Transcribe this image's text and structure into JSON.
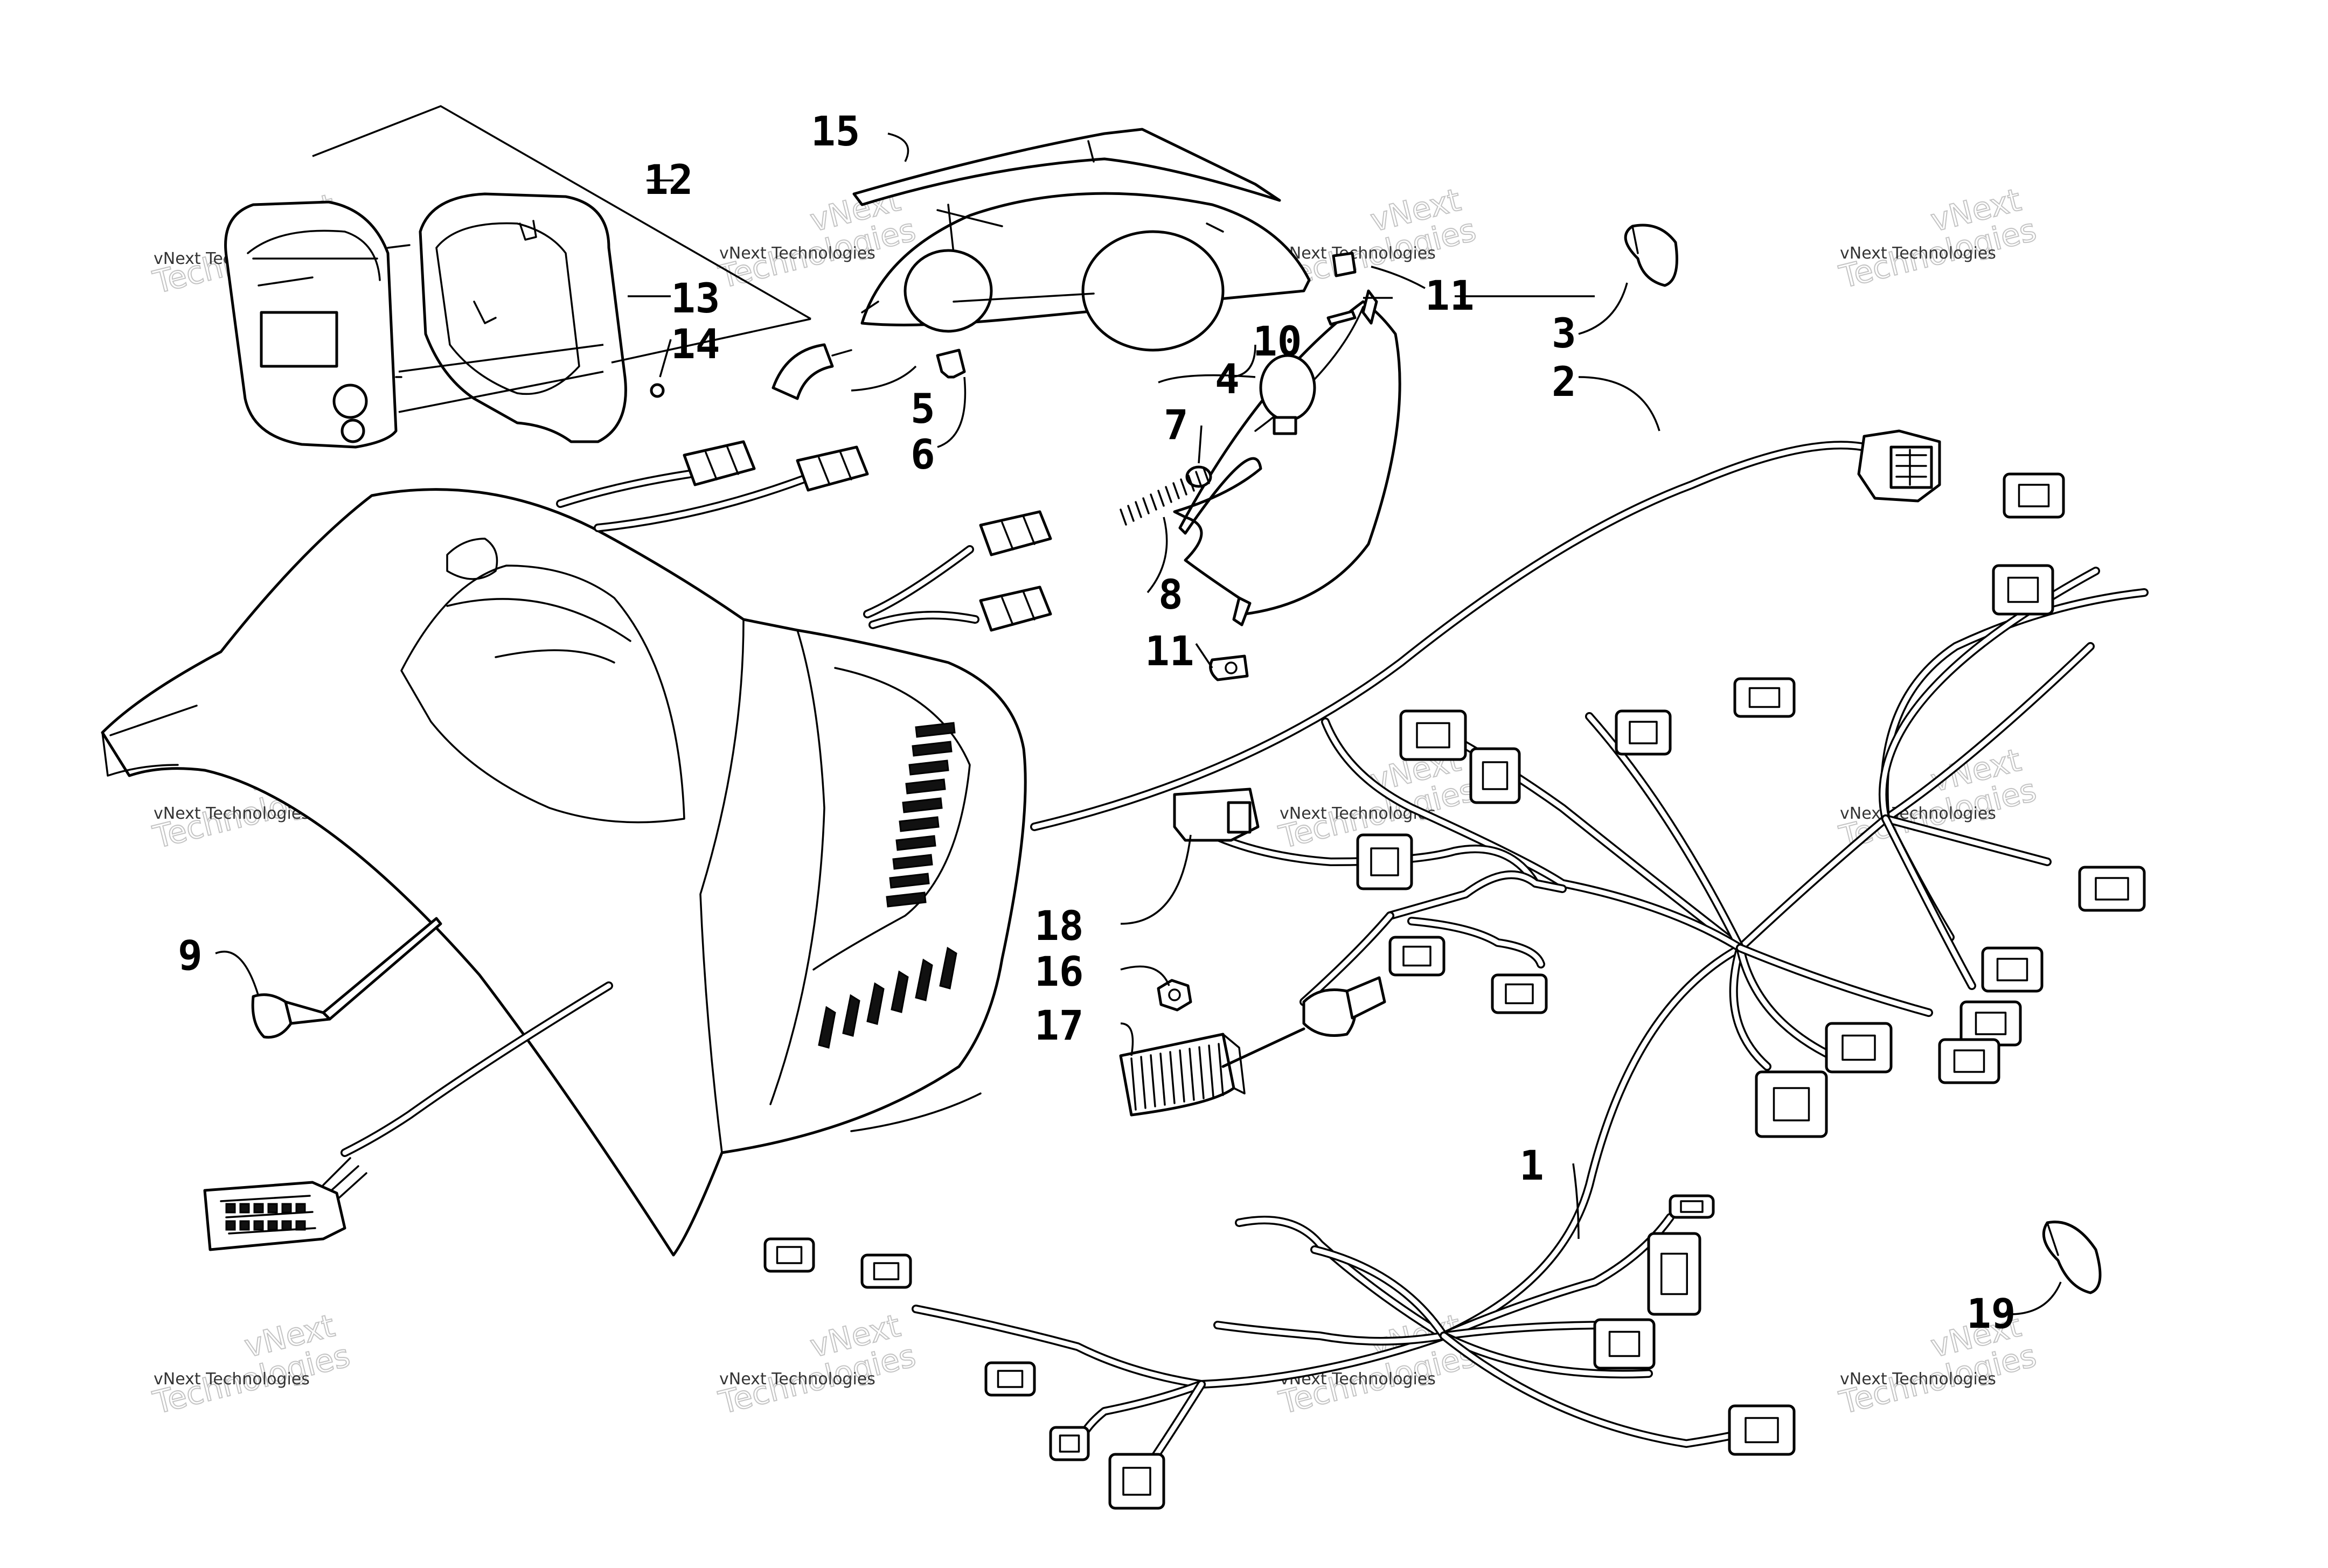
{
  "diagram": {
    "callouts": [
      {
        "id": "1",
        "label": "1"
      },
      {
        "id": "2",
        "label": "2"
      },
      {
        "id": "3",
        "label": "3"
      },
      {
        "id": "4",
        "label": "4"
      },
      {
        "id": "5",
        "label": "5"
      },
      {
        "id": "6",
        "label": "6"
      },
      {
        "id": "7",
        "label": "7"
      },
      {
        "id": "8",
        "label": "8"
      },
      {
        "id": "9",
        "label": "9"
      },
      {
        "id": "10",
        "label": "10"
      },
      {
        "id": "11a",
        "label": "11"
      },
      {
        "id": "11b",
        "label": "11"
      },
      {
        "id": "12",
        "label": "12"
      },
      {
        "id": "13",
        "label": "13"
      },
      {
        "id": "14",
        "label": "14"
      },
      {
        "id": "15",
        "label": "15"
      },
      {
        "id": "16",
        "label": "16"
      },
      {
        "id": "17",
        "label": "17"
      },
      {
        "id": "18",
        "label": "18"
      },
      {
        "id": "19",
        "label": "19"
      }
    ],
    "watermark": {
      "small": "vNext Technologies",
      "brand": "vNext",
      "large": "Technologies"
    }
  }
}
